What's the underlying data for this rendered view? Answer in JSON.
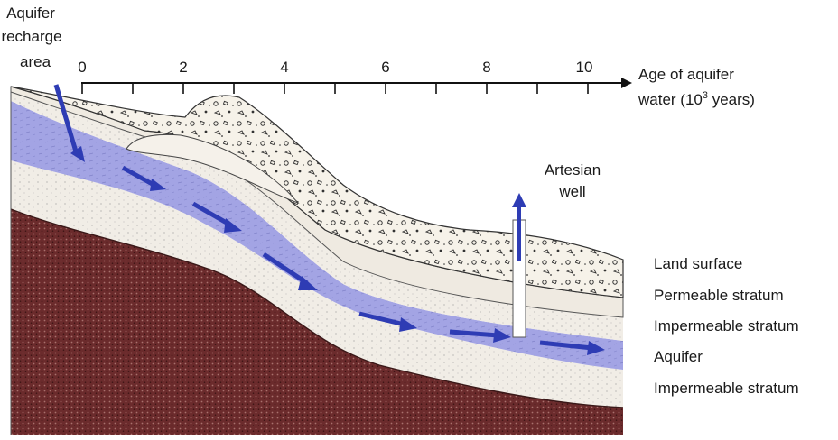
{
  "recharge_label": [
    "Aquifer",
    "recharge",
    "area"
  ],
  "axis": {
    "title_line1": "Age of aquifer",
    "title_line2_prefix": "water (10",
    "title_line2_sup": "3",
    "title_line2_suffix": " years)",
    "ticks": [
      "0",
      "2",
      "4",
      "6",
      "8",
      "10"
    ]
  },
  "well_label": [
    "Artesian",
    "well"
  ],
  "layer_legend": [
    "Land surface",
    "Permeable stratum",
    "Impermeable stratum",
    "Aquifer",
    "Impermeable stratum"
  ],
  "colors": {
    "aquifer": "#9c9ee0",
    "arrow": "#2e3cb4",
    "bedrock": "#6e2e2e",
    "topsoil": "#f4efe4",
    "permeable": "#ece7dd",
    "impermeable": "#f8f6f1"
  }
}
